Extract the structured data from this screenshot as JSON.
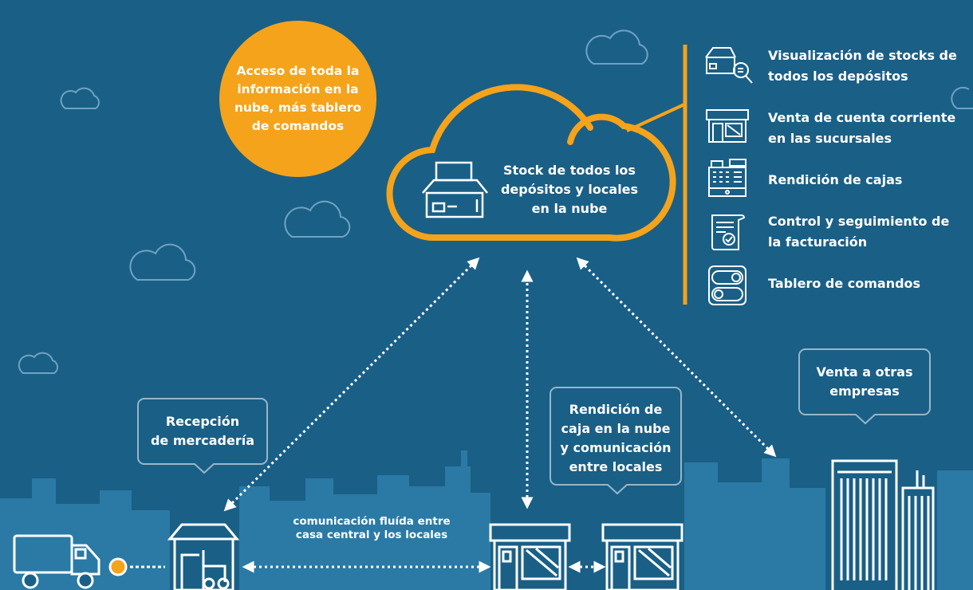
{
  "colors": {
    "background": "#1a5f86",
    "accent": "#f5a31a",
    "skyline": "#2a7aa5",
    "line": "#ffffff"
  },
  "circle_text": "Acceso de toda la\ninformación en la\nnube, más tablero\nde comandos",
  "cloud_text": "Stock de todos los\ndepósitos y locales\nen la nube",
  "features": [
    {
      "icon": "warehouse-search-icon",
      "label": "Visualización de stocks de\ntodos los depósitos"
    },
    {
      "icon": "storefront-icon",
      "label": "Venta de cuenta corriente\nen las sucursales"
    },
    {
      "icon": "cash-register-icon",
      "label": "Rendición de cajas"
    },
    {
      "icon": "invoice-check-icon",
      "label": "Control y seguimiento de\nla facturación"
    },
    {
      "icon": "toggle-dashboard-icon",
      "label": "Tablero de comandos"
    }
  ],
  "bubbles": {
    "reception": "Recepción\nde mercadería",
    "cash": "Rendición de\ncaja en la nube\ny comunicación\nentre locales",
    "sales": "Venta a otras\nempresas"
  },
  "flow_label": "comunicación fluída entre\ncasa central y los locales",
  "bottom_icons": [
    "delivery-truck-icon",
    "warehouse-forklift-icon",
    "store-icon",
    "store-icon",
    "office-building-icon"
  ]
}
